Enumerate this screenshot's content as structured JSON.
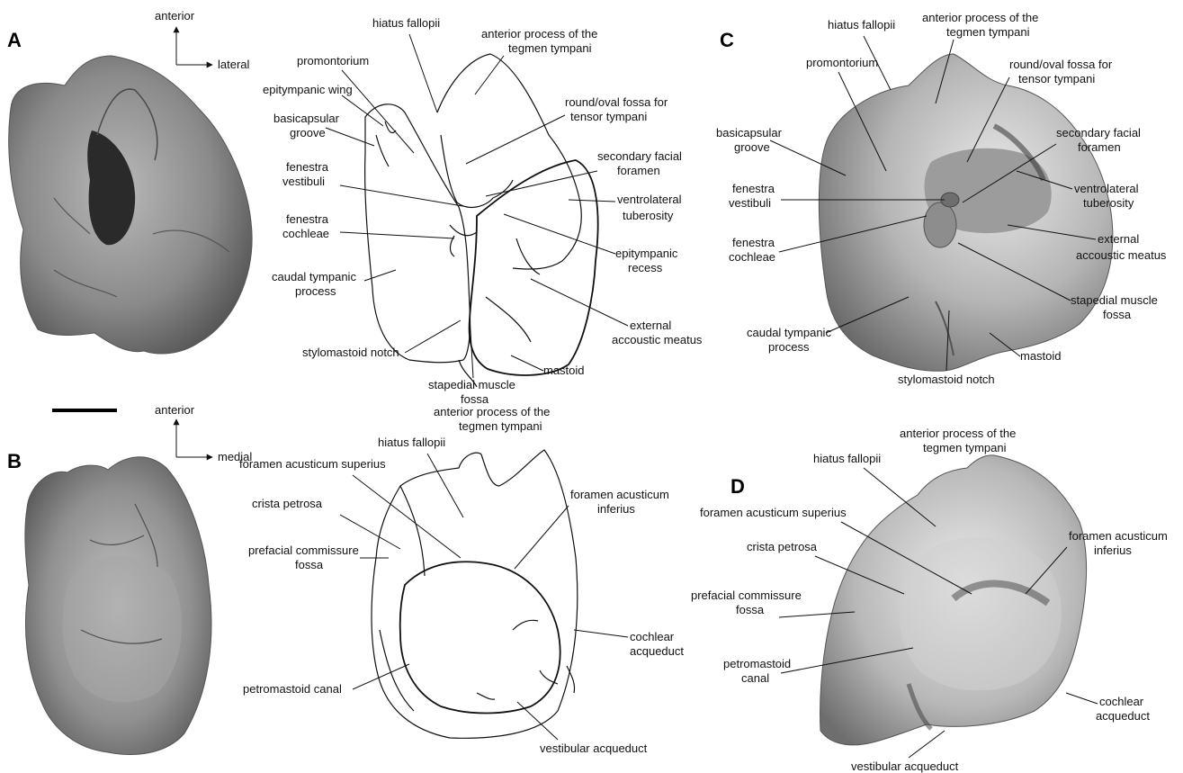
{
  "panels": {
    "a": "A",
    "b": "B",
    "c": "C",
    "d": "D"
  },
  "orientation": {
    "top": {
      "vertical": "anterior",
      "horizontal": "lateral"
    },
    "bottom": {
      "vertical": "anterior",
      "horizontal": "medial"
    }
  },
  "labels_a": {
    "hiatus_fallopii": "hiatus fallopii",
    "anterior_process_1": "anterior process of the",
    "anterior_process_2": "tegmen tympani",
    "promontorium": "promontorium",
    "round_oval_1": "round/oval fossa for",
    "round_oval_2": "tensor tympani",
    "epitympanic_wing": "epitympanic wing",
    "basicapsular_1": "basicapsular",
    "basicapsular_2": "groove",
    "secondary_facial_1": "secondary facial",
    "secondary_facial_2": "foramen",
    "fenestra_vestibuli_1": "fenestra",
    "fenestra_vestibuli_2": "vestibuli",
    "ventrolateral_1": "ventrolateral",
    "ventrolateral_2": "tuberosity",
    "fenestra_cochleae_1": "fenestra",
    "fenestra_cochleae_2": "cochleae",
    "epitympanic_recess_1": "epitympanic",
    "epitympanic_recess_2": "recess",
    "caudal_tympanic_1": "caudal tympanic",
    "caudal_tympanic_2": "process",
    "external_meatus_1": "external",
    "external_meatus_2": "accoustic meatus",
    "stylomastoid_notch": "stylomastoid notch",
    "mastoid": "mastoid",
    "stapedial_1": "stapedial muscle",
    "stapedial_2": "fossa"
  },
  "labels_c": {
    "hiatus_fallopii": "hiatus fallopii",
    "anterior_process_1": "anterior process of the",
    "anterior_process_2": "tegmen tympani",
    "promontorium": "promontorium",
    "round_oval_1": "round/oval fossa for",
    "round_oval_2": "tensor tympani",
    "basicapsular_1": "basicapsular",
    "basicapsular_2": "groove",
    "secondary_facial_1": "secondary facial",
    "secondary_facial_2": "foramen",
    "fenestra_vestibuli_1": "fenestra",
    "fenestra_vestibuli_2": "vestibuli",
    "ventrolateral_1": "ventrolateral",
    "ventrolateral_2": "tuberosity",
    "fenestra_cochleae_1": "fenestra",
    "fenestra_cochleae_2": "cochleae",
    "external_meatus_1": "external",
    "external_meatus_2": "accoustic meatus",
    "caudal_tympanic_1": "caudal tympanic",
    "caudal_tympanic_2": "process",
    "stapedial_1": "stapedial muscle",
    "stapedial_2": "fossa",
    "mastoid": "mastoid",
    "stylomastoid_notch": "stylomastoid notch"
  },
  "labels_b": {
    "hiatus_fallopii": "hiatus fallopii",
    "anterior_process_1": "anterior process of the",
    "anterior_process_2": "tegmen tympani",
    "foramen_superius": "foramen acusticum superius",
    "foramen_inferius_1": "foramen acusticum",
    "foramen_inferius_2": "inferius",
    "crista_petrosa": "crista petrosa",
    "prefacial_1": "prefacial commissure",
    "prefacial_2": "fossa",
    "cochlear_1": "cochlear",
    "cochlear_2": "acqueduct",
    "petromastoid_canal": "petromastoid canal",
    "vestibular_acqueduct": "vestibular acqueduct"
  },
  "labels_d": {
    "anterior_process_1": "anterior process of the",
    "anterior_process_2": "tegmen tympani",
    "hiatus_fallopii": "hiatus fallopii",
    "foramen_superius": "foramen acusticum superius",
    "crista_petrosa": "crista petrosa",
    "foramen_inferius_1": "foramen acusticum",
    "foramen_inferius_2": "inferius",
    "prefacial_1": "prefacial commissure",
    "prefacial_2": "fossa",
    "petromastoid_1": "petromastoid",
    "petromastoid_2": "canal",
    "cochlear_1": "cochlear",
    "cochlear_2": "acqueduct",
    "vestibular_acqueduct": "vestibular acqueduct"
  }
}
